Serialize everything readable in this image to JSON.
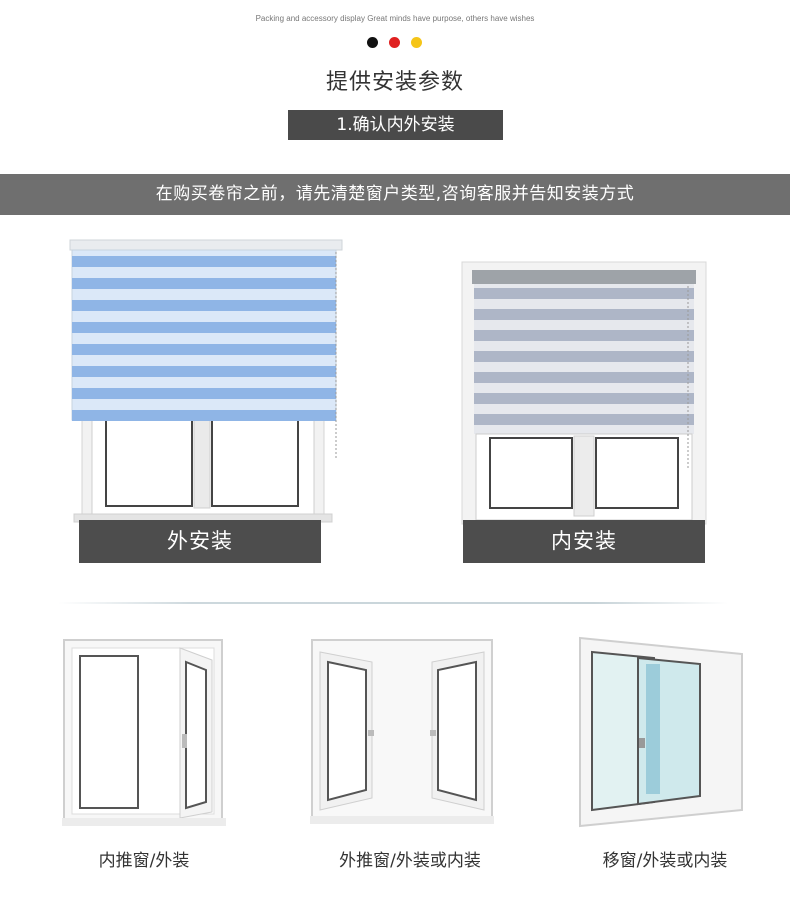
{
  "header": {
    "tagline": "Packing and accessory display Great minds have purpose, others have wishes",
    "dot_colors": [
      "#111111",
      "#e02020",
      "#f5c518"
    ],
    "title": "提供安装参数",
    "step": "1.确认内外安装"
  },
  "notice": {
    "text": "在购买卷帘之前，请先清楚窗户类型,咨询客服并告知安装方式"
  },
  "mount_types": [
    {
      "label": "外安装",
      "blind_color": "#8fb5e6"
    },
    {
      "label": "内安装",
      "blind_color": "#aeb6c7"
    }
  ],
  "window_types": [
    {
      "label": "内推窗/外装"
    },
    {
      "label": "外推窗/外装或内装"
    },
    {
      "label": "移窗/外装或内装"
    }
  ],
  "colors": {
    "dark_badge": "#4a4a4a",
    "notice_bar": "#6f6f6f",
    "caption_bar": "#4d4d4d"
  }
}
